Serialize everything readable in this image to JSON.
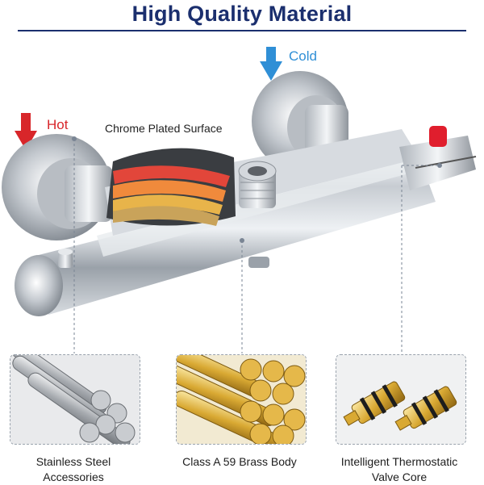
{
  "header": {
    "title": "High Quality Material"
  },
  "labels": {
    "cold": "Cold",
    "hot": "Hot",
    "chrome": "Chrome Plated Surface"
  },
  "cards": [
    {
      "caption_line1": "Stainless Steel",
      "caption_line2": "Accessories"
    },
    {
      "caption_line1": "Class A 59 Brass Body",
      "caption_line2": ""
    },
    {
      "caption_line1": "Intelligent Thermostatic",
      "caption_line2": "Valve Core"
    }
  ],
  "colors": {
    "title": "#1b2f6e",
    "cold_arrow": "#2f8fd6",
    "hot_arrow": "#d8262a",
    "chrome": "#c9ced4",
    "brass": "#d9a933"
  }
}
